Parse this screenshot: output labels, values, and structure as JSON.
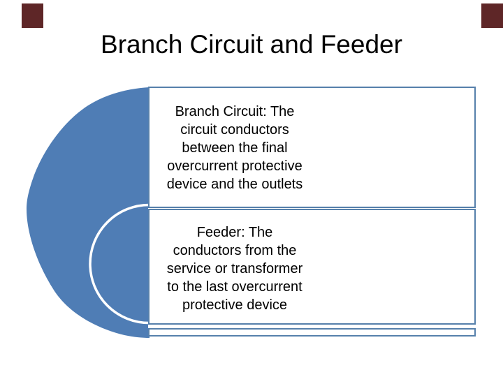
{
  "slide": {
    "title": "Branch Circuit and Feeder",
    "callouts": [
      {
        "id": "branch-circuit-definition",
        "lines": [
          "Branch Circuit: The",
          "circuit conductors",
          "between the final",
          "overcurrent protective",
          "device and the outlets"
        ]
      },
      {
        "id": "feeder-definition",
        "lines": [
          "Feeder: The",
          "conductors from the",
          "service or transformer",
          "to the last overcurrent",
          "protective device"
        ]
      }
    ],
    "colors": {
      "shape_fill_blue": "#4f7db5",
      "box_border_blue": "#5680ab",
      "circle_outline": "#ffffff",
      "corner_mark_maroon": "#5e2627",
      "title_text": "#000000",
      "body_text": "#000000",
      "background": "#ffffff"
    }
  }
}
